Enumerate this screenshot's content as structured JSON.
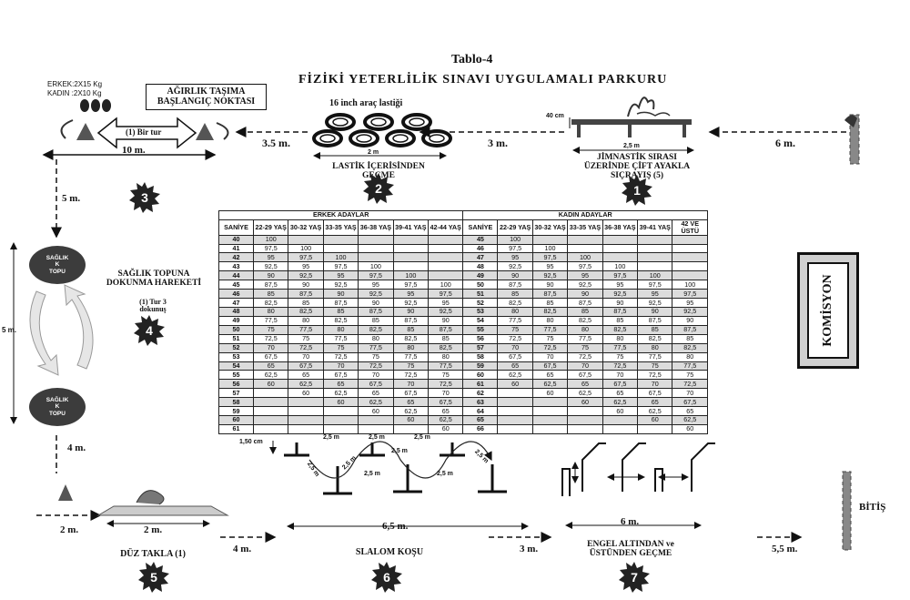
{
  "caption": "Tablo-4",
  "title": "FİZİKİ YETERLİLİK SINAVI UYGULAMALI PARKURU",
  "weights": {
    "male": "ERKEK:2X15 Kg",
    "female": "KADIN :2X10 Kg"
  },
  "start_box": "AĞIRLIK TAŞIMA BAŞLANGIÇ NOKTASI",
  "lap_label": "(1) Bir tur",
  "tire_title": "16 inch araç lastiği",
  "tire_width": "2 m",
  "tire_label": "LASTİK İÇERİSİNDEN GEÇME",
  "bench_height": "40 cm",
  "bench_width": "2,5 m",
  "bench_label": "JİMNASTİK SIRASI ÜZERİNDE ÇİFT AYAKLA SIÇRAYIŞ (5)",
  "distances": {
    "d_10": "10 m.",
    "d_3_5": "3.5 m.",
    "d_3": "3 m.",
    "d_6": "6 m.",
    "d_5": "5 m.",
    "d_5_side": "5 m.",
    "d_4": "4 m.",
    "d_2a": "2 m.",
    "d_2b": "2 m.",
    "d_4b": "4 m.",
    "d_6_5": "6,5 m.",
    "d_3b": "3 m.",
    "d_6b": "6 m.",
    "d_5_5": "5,5 m."
  },
  "ball_label": [
    "SAĞLIK",
    "K",
    "TOPU"
  ],
  "ball_task": "SAĞLIK TOPUNA DOKUNMA HAREKETİ",
  "ball_task_detail": "(1) Tur 3 dokunuş",
  "slalom_heights": {
    "pole": "1,50 cm",
    "s1": "2,5 m",
    "s2": "2,5 m",
    "s3": "2,5 m",
    "s4": "2,5 m",
    "s5": "2,5 m",
    "s6": "2,5 m",
    "s7": "2,5 m",
    "s8": "2,5 m",
    "s9": "2,5 m"
  },
  "stations": [
    {
      "num": "1"
    },
    {
      "num": "2"
    },
    {
      "num": "3"
    },
    {
      "num": "4"
    },
    {
      "num": "5"
    },
    {
      "num": "6"
    },
    {
      "num": "7"
    }
  ],
  "station_labels": {
    "s5": "DÜZ TAKLA (1)",
    "s6": "SLALOM KOŞU",
    "s7": "ENGEL ALTINDAN ve ÜSTÜNDEN GEÇME"
  },
  "komisyon": "KOMİSYON",
  "finish": "BİTİŞ",
  "table": {
    "group_male": "ERKEK ADAYLAR",
    "group_female": "KADIN ADAYLAR",
    "sec_header": "SANİYE",
    "male_ages": [
      "22-29 YAŞ",
      "30-32 YAŞ",
      "33-35 YAŞ",
      "36-38 YAŞ",
      "39-41 YAŞ",
      "42-44 YAŞ"
    ],
    "female_ages": [
      "22-29 YAŞ",
      "30-32 YAŞ",
      "33-35 YAŞ",
      "36-38 YAŞ",
      "39-41 YAŞ",
      "42 VE ÜSTÜ"
    ],
    "male_rows": [
      [
        "40",
        "100",
        "",
        "",
        "",
        "",
        ""
      ],
      [
        "41",
        "97,5",
        "100",
        "",
        "",
        "",
        ""
      ],
      [
        "42",
        "95",
        "97,5",
        "100",
        "",
        "",
        ""
      ],
      [
        "43",
        "92,5",
        "95",
        "97,5",
        "100",
        "",
        ""
      ],
      [
        "44",
        "90",
        "92,5",
        "95",
        "97,5",
        "100",
        ""
      ],
      [
        "45",
        "87,5",
        "90",
        "92,5",
        "95",
        "97,5",
        "100"
      ],
      [
        "46",
        "85",
        "87,5",
        "90",
        "92,5",
        "95",
        "97,5"
      ],
      [
        "47",
        "82,5",
        "85",
        "87,5",
        "90",
        "92,5",
        "95"
      ],
      [
        "48",
        "80",
        "82,5",
        "85",
        "87,5",
        "90",
        "92,5"
      ],
      [
        "49",
        "77,5",
        "80",
        "82,5",
        "85",
        "87,5",
        "90"
      ],
      [
        "50",
        "75",
        "77,5",
        "80",
        "82,5",
        "85",
        "87,5"
      ],
      [
        "51",
        "72,5",
        "75",
        "77,5",
        "80",
        "82,5",
        "85"
      ],
      [
        "52",
        "70",
        "72,5",
        "75",
        "77,5",
        "80",
        "82,5"
      ],
      [
        "53",
        "67,5",
        "70",
        "72,5",
        "75",
        "77,5",
        "80"
      ],
      [
        "54",
        "65",
        "67,5",
        "70",
        "72,5",
        "75",
        "77,5"
      ],
      [
        "55",
        "62,5",
        "65",
        "67,5",
        "70",
        "72,5",
        "75"
      ],
      [
        "56",
        "60",
        "62,5",
        "65",
        "67,5",
        "70",
        "72,5"
      ],
      [
        "57",
        "",
        "60",
        "62,5",
        "65",
        "67,5",
        "70"
      ],
      [
        "58",
        "",
        "",
        "60",
        "62,5",
        "65",
        "67,5"
      ],
      [
        "59",
        "",
        "",
        "",
        "60",
        "62,5",
        "65"
      ],
      [
        "60",
        "",
        "",
        "",
        "",
        "60",
        "62,5"
      ],
      [
        "61",
        "",
        "",
        "",
        "",
        "",
        "60"
      ]
    ],
    "female_rows": [
      [
        "45",
        "100",
        "",
        "",
        "",
        "",
        ""
      ],
      [
        "46",
        "97,5",
        "100",
        "",
        "",
        "",
        ""
      ],
      [
        "47",
        "95",
        "97,5",
        "100",
        "",
        "",
        ""
      ],
      [
        "48",
        "92,5",
        "95",
        "97,5",
        "100",
        "",
        ""
      ],
      [
        "49",
        "90",
        "92,5",
        "95",
        "97,5",
        "100",
        ""
      ],
      [
        "50",
        "87,5",
        "90",
        "92,5",
        "95",
        "97,5",
        "100"
      ],
      [
        "51",
        "85",
        "87,5",
        "90",
        "92,5",
        "95",
        "97,5"
      ],
      [
        "52",
        "82,5",
        "85",
        "87,5",
        "90",
        "92,5",
        "95"
      ],
      [
        "53",
        "80",
        "82,5",
        "85",
        "87,5",
        "90",
        "92,5"
      ],
      [
        "54",
        "77,5",
        "80",
        "82,5",
        "85",
        "87,5",
        "90"
      ],
      [
        "55",
        "75",
        "77,5",
        "80",
        "82,5",
        "85",
        "87,5"
      ],
      [
        "56",
        "72,5",
        "75",
        "77,5",
        "80",
        "82,5",
        "85"
      ],
      [
        "57",
        "70",
        "72,5",
        "75",
        "77,5",
        "80",
        "82,5"
      ],
      [
        "58",
        "67,5",
        "70",
        "72,5",
        "75",
        "77,5",
        "80"
      ],
      [
        "59",
        "65",
        "67,5",
        "70",
        "72,5",
        "75",
        "77,5"
      ],
      [
        "60",
        "62,5",
        "65",
        "67,5",
        "70",
        "72,5",
        "75"
      ],
      [
        "61",
        "60",
        "62,5",
        "65",
        "67,5",
        "70",
        "72,5"
      ],
      [
        "62",
        "",
        "60",
        "62,5",
        "65",
        "67,5",
        "70"
      ],
      [
        "63",
        "",
        "",
        "60",
        "62,5",
        "65",
        "67,5"
      ],
      [
        "64",
        "",
        "",
        "",
        "60",
        "62,5",
        "65"
      ],
      [
        "65",
        "",
        "",
        "",
        "",
        "60",
        "62,5"
      ],
      [
        "66",
        "",
        "",
        "",
        "",
        "",
        "60"
      ]
    ]
  }
}
